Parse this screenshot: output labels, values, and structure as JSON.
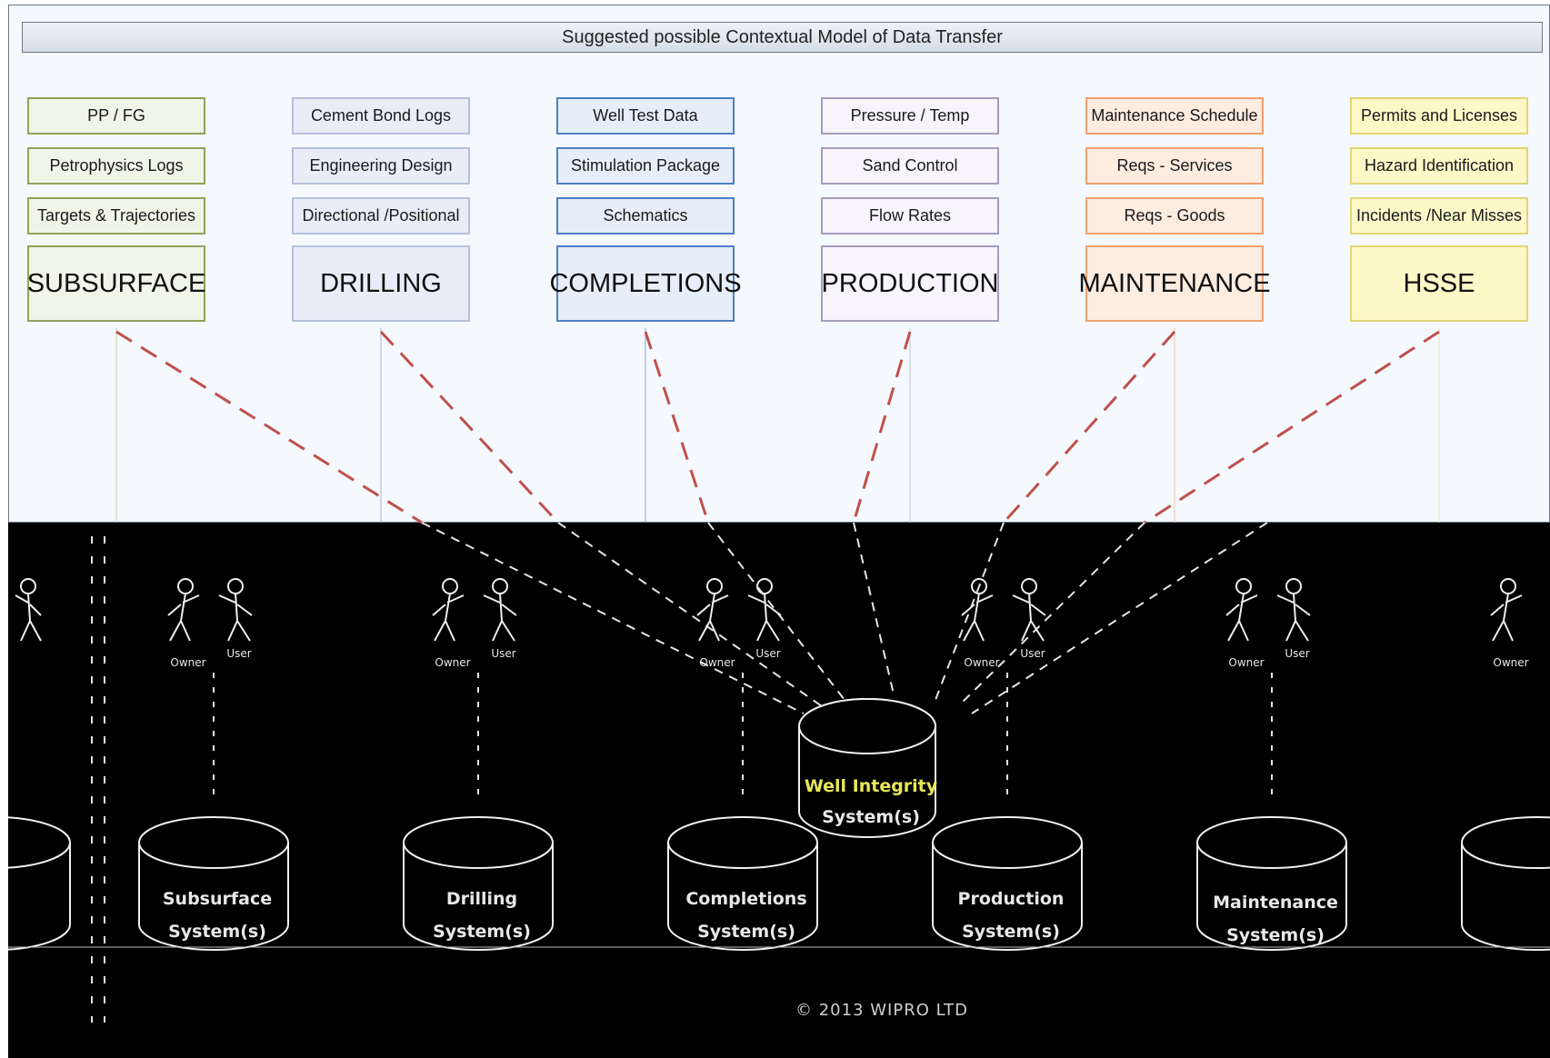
{
  "title": "Suggested possible Contextual Model of Data Transfer",
  "domains": [
    {
      "name": "SUBSURFACE",
      "items": [
        "PP / FG",
        "Petrophysics Logs",
        "Targets & Trajectories"
      ],
      "border": "#8ea35a",
      "fill": "#f1f5e8"
    },
    {
      "name": "DRILLING",
      "items": [
        "Cement Bond Logs",
        "Engineering Design",
        "Directional /Positional"
      ],
      "border": "#b6c0dc",
      "fill": "#e9edf8"
    },
    {
      "name": "COMPLETIONS",
      "items": [
        "Well Test Data",
        "Stimulation Package",
        "Schematics"
      ],
      "border": "#4f7fc4",
      "fill": "#e5eef9"
    },
    {
      "name": "PRODUCTION",
      "items": [
        "Pressure / Temp",
        "Sand Control",
        "Flow Rates"
      ],
      "border": "#a79bbd",
      "fill": "#f7f4fb"
    },
    {
      "name": "MAINTENANCE",
      "items": [
        "Maintenance Schedule",
        "Reqs - Services",
        "Reqs - Goods"
      ],
      "border": "#f0a070",
      "fill": "#fdece0"
    },
    {
      "name": "HSSE",
      "items": [
        "Permits and Licenses",
        "Hazard Identification",
        "Incidents /Near Misses"
      ],
      "border": "#e3d575",
      "fill": "#fdf8c8"
    }
  ],
  "hub": {
    "line1": "Well Integrity",
    "line2": "System(s)"
  },
  "systems": [
    {
      "line1": "Subsurface",
      "line2": "System(s)"
    },
    {
      "line1": "Drilling",
      "line2": "System(s)"
    },
    {
      "line1": "Completions",
      "line2": "System(s)"
    },
    {
      "line1": "Production",
      "line2": "System(s)"
    },
    {
      "line1": "Maintenance",
      "line2": "System(s)"
    }
  ],
  "actor_labels": {
    "left": "Owner",
    "right": "User"
  },
  "copyright": "© 2013 WIPRO LTD",
  "colors": {
    "dashed_link": "#c0504d",
    "top_background": "#f5f9fd",
    "bottom_background": "#000000"
  }
}
